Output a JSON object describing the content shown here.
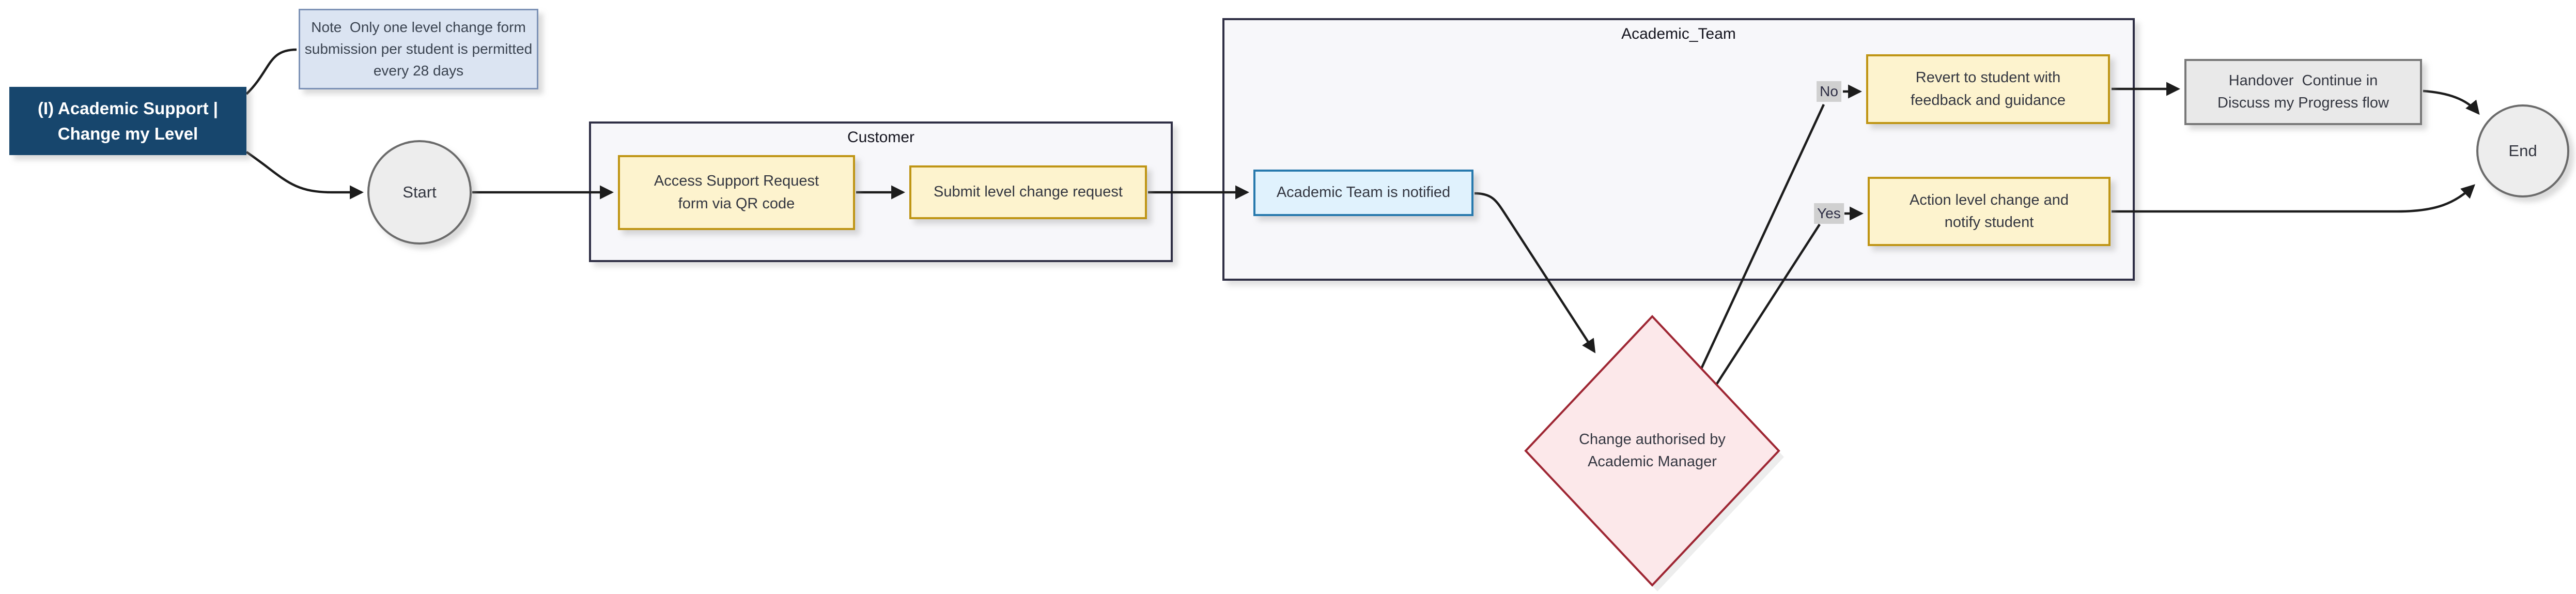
{
  "flowchart": {
    "entry": {
      "label": "(I) Academic Support | Change my Level"
    },
    "note": {
      "label": "Note  Only one level change form submission per student is permitted every 28 days"
    },
    "start": {
      "label": "Start"
    },
    "end": {
      "label": "End"
    },
    "lanes": {
      "customer": {
        "title": "Customer",
        "nodes": {
          "access": {
            "label": "Access Support Request form via QR code"
          },
          "submit": {
            "label": "Submit level change request"
          }
        }
      },
      "academic_team": {
        "title": "Academic_Team",
        "nodes": {
          "notified": {
            "label": "Academic Team is notified"
          },
          "revert": {
            "label": "Revert to student with feedback and guidance"
          },
          "action": {
            "label": "Action level change and notify student"
          }
        }
      }
    },
    "decision": {
      "label": "Change authorised by Academic Manager"
    },
    "handover": {
      "label": "Handover  Continue in Discuss my Progress flow"
    },
    "edge_labels": {
      "no": "No",
      "yes": "Yes"
    },
    "colors": {
      "entry_bg": "#17466d",
      "entry_text": "#ffffff",
      "note_bg": "#dbe4f2",
      "note_border": "#7d92b6",
      "task_bg": "#fdf3ce",
      "task_border": "#bf9515",
      "event_bg": "#e0f2fd",
      "event_border": "#2779ad",
      "decision_bg": "#fce8ea",
      "decision_border": "#9e2633",
      "terminal_bg": "#ededed",
      "terminal_border": "#6b6b6b",
      "handover_bg": "#e9e9e9",
      "handover_border": "#787878",
      "lane_bg": "#f7f7fa",
      "lane_border": "#2f2f45",
      "edge": "#1c1c1c",
      "label_bg": "#d0d0d0",
      "text": "#333640",
      "lane_text": "#14141e"
    }
  }
}
